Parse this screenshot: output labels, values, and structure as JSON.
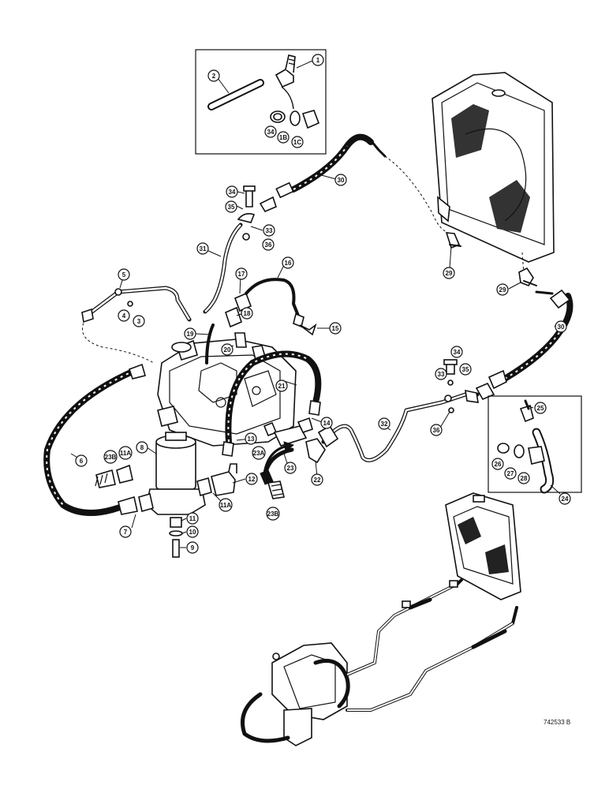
{
  "drawing_code": "742533 B",
  "callouts": [
    {
      "id": "c1",
      "label": "1"
    },
    {
      "id": "c2",
      "label": "2"
    },
    {
      "id": "c34a",
      "label": "34"
    },
    {
      "id": "c1b",
      "label": "1B"
    },
    {
      "id": "c1c",
      "label": "1C"
    },
    {
      "id": "c30a",
      "label": "30"
    },
    {
      "id": "c34b",
      "label": "34"
    },
    {
      "id": "c35a",
      "label": "35"
    },
    {
      "id": "c33a",
      "label": "33"
    },
    {
      "id": "c36a",
      "label": "36"
    },
    {
      "id": "c31",
      "label": "31"
    },
    {
      "id": "c29a",
      "label": "29"
    },
    {
      "id": "c29b",
      "label": "29"
    },
    {
      "id": "c5",
      "label": "5"
    },
    {
      "id": "c4",
      "label": "4"
    },
    {
      "id": "c3",
      "label": "3"
    },
    {
      "id": "c17",
      "label": "17"
    },
    {
      "id": "c16",
      "label": "16"
    },
    {
      "id": "c18",
      "label": "18"
    },
    {
      "id": "c15",
      "label": "15"
    },
    {
      "id": "c19",
      "label": "19"
    },
    {
      "id": "c20",
      "label": "20"
    },
    {
      "id": "c30b",
      "label": "30"
    },
    {
      "id": "c34c",
      "label": "34"
    },
    {
      "id": "c33b",
      "label": "33"
    },
    {
      "id": "c35b",
      "label": "35"
    },
    {
      "id": "c21",
      "label": "21"
    },
    {
      "id": "c14",
      "label": "14"
    },
    {
      "id": "c32",
      "label": "32"
    },
    {
      "id": "c36b",
      "label": "36"
    },
    {
      "id": "c25",
      "label": "25"
    },
    {
      "id": "c26",
      "label": "26"
    },
    {
      "id": "c27",
      "label": "27"
    },
    {
      "id": "c28",
      "label": "28"
    },
    {
      "id": "c24",
      "label": "24"
    },
    {
      "id": "c13",
      "label": "13"
    },
    {
      "id": "c23a",
      "label": "23A"
    },
    {
      "id": "c23",
      "label": "23"
    },
    {
      "id": "c22",
      "label": "22"
    },
    {
      "id": "c23b",
      "label": "23B"
    },
    {
      "id": "c6",
      "label": "6"
    },
    {
      "id": "c8",
      "label": "8"
    },
    {
      "id": "c23bl",
      "label": "23B"
    },
    {
      "id": "c11al",
      "label": "11A"
    },
    {
      "id": "c12",
      "label": "12"
    },
    {
      "id": "c11ar",
      "label": "11A"
    },
    {
      "id": "c7",
      "label": "7"
    },
    {
      "id": "c11",
      "label": "11"
    },
    {
      "id": "c10",
      "label": "10"
    },
    {
      "id": "c9",
      "label": "9"
    }
  ]
}
